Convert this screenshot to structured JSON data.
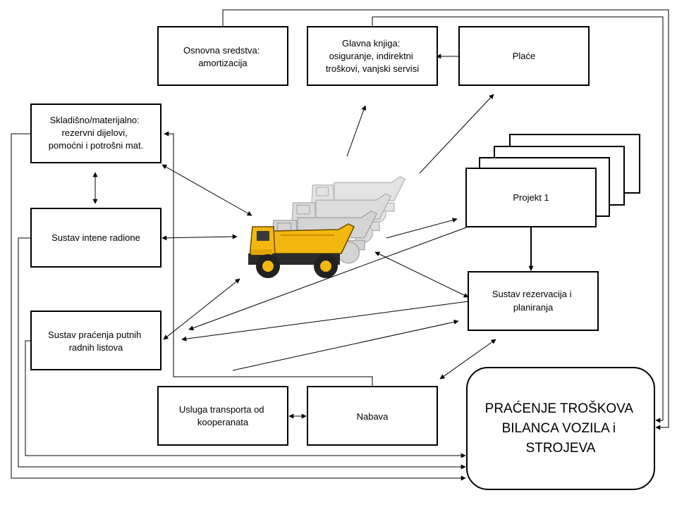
{
  "boxes": {
    "osnovna": {
      "lines": [
        "Osnovna sredstva:",
        "amortizacija"
      ]
    },
    "glavna": {
      "lines": [
        "Glavna knjiga:",
        "osiguranje, indirektni",
        "troškovi, vanjski servisi"
      ]
    },
    "place": {
      "lines": [
        "Plaće"
      ]
    },
    "skladisno": {
      "lines": [
        "Skladišno/materijalno:",
        "rezervni dijelovi,",
        "pomoćni  i potrošni mat."
      ]
    },
    "radiona": {
      "lines": [
        "Sustav intene radione"
      ]
    },
    "putni": {
      "lines": [
        "Sustav praćenja putnih",
        "radnih listova"
      ]
    },
    "projekt": {
      "lines": [
        "Projekt 1"
      ]
    },
    "rezervacije": {
      "lines": [
        "Sustav rezervacija i",
        "planiranja"
      ]
    },
    "usluga": {
      "lines": [
        "Usluga transporta od",
        "kooperanata"
      ]
    },
    "nabava": {
      "lines": [
        "Nabava"
      ]
    },
    "pracenje": {
      "lines": [
        "PRAĆENJE TROŠKOVA",
        "BILANCA VOZILA i",
        "STROJEVA"
      ]
    }
  },
  "colors": {
    "stroke": "#000000",
    "truck_yellow": "#f2b80f",
    "truck_grey": "#d4d4d4"
  }
}
